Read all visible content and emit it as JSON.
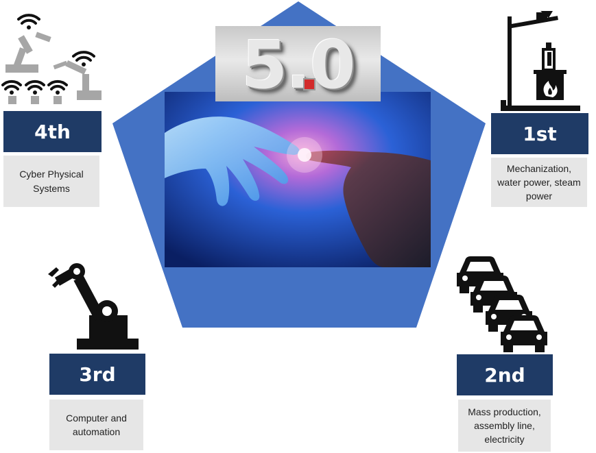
{
  "diagram": {
    "center_badge": {
      "text": "5.0"
    },
    "stages": [
      {
        "id": "first",
        "label": "1st",
        "description": "Mechanization, water power, steam power",
        "icon": "oil-pump-steam-engine-icon"
      },
      {
        "id": "second",
        "label": "2nd",
        "description": "Mass production, assembly line, electricity",
        "icon": "cars-assembly-line-icon"
      },
      {
        "id": "third",
        "label": "3rd",
        "description": "Computer and automation",
        "icon": "robot-arm-icon"
      },
      {
        "id": "fourth",
        "label": "4th",
        "description": "Cyber Physical Systems",
        "icon": "networked-robots-icon"
      }
    ]
  },
  "colors": {
    "pentagon": "#4472c4",
    "stage_header": "#1f3b66",
    "stage_desc_bg": "#e6e6e6",
    "icon_dark": "#111111",
    "icon_gray": "#a6a6a6"
  }
}
